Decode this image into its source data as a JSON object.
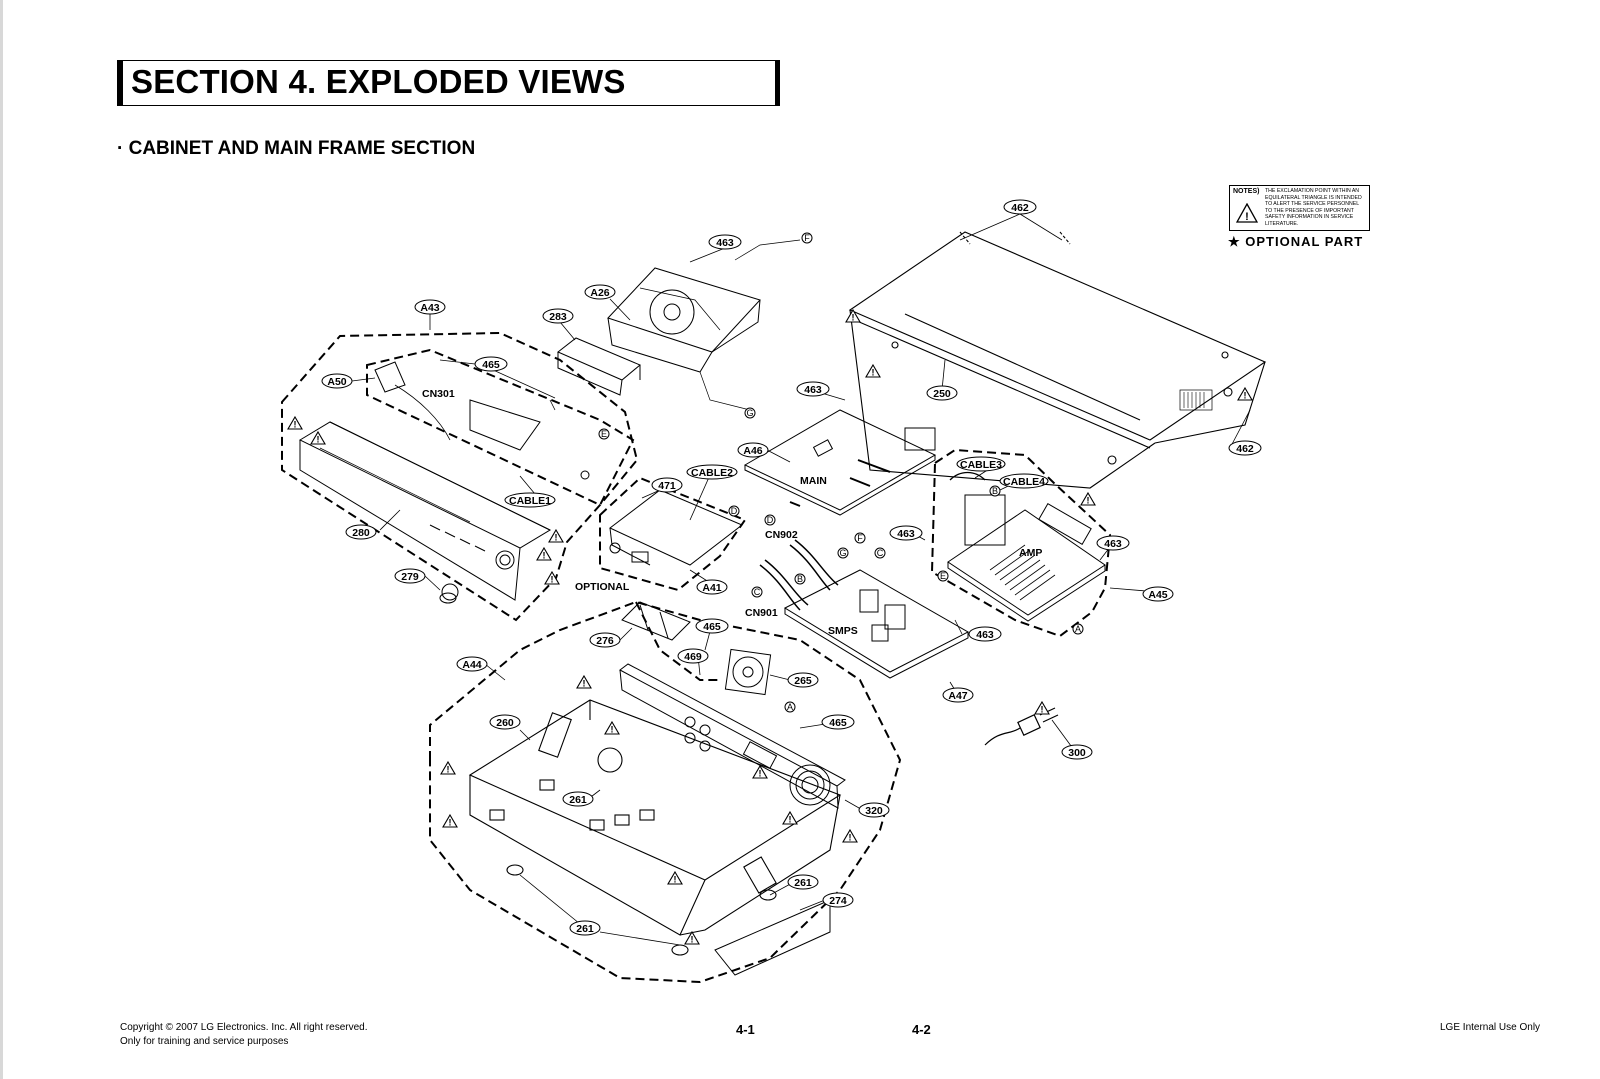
{
  "section_title": "SECTION 4. EXPLODED VIEWS",
  "subtitle": "· CABINET AND MAIN FRAME SECTION",
  "notes": {
    "label": "NOTES)",
    "text": "THE EXCLAMATION POINT WITHIN AN EQUILATERAL TRIANGLE IS INTENDED TO ALERT THE SERVICE PERSONNEL TO THE PRESENCE OF IMPORTANT SAFETY INFORMATION IN SERVICE LITERATURE."
  },
  "optional_part": "★ OPTIONAL PART",
  "footer": {
    "copyright": "Copyright © 2007 LG Electronics. Inc. All right reserved.",
    "training": "Only for training and service purposes",
    "page_left": "4-1",
    "page_right": "4-2",
    "internal": "LGE Internal Use Only"
  },
  "callouts": [
    "462",
    "463",
    "A26",
    "283",
    "A43",
    "465",
    "A50",
    "250",
    "463",
    "462",
    "A46",
    "471",
    "CABLE2",
    "CABLE1",
    "280",
    "463",
    "CABLE3",
    "CABLE4",
    "463",
    "A41",
    "279",
    "A45",
    "465",
    "276",
    "463",
    "A44",
    "469",
    "265",
    "A47",
    "260",
    "465",
    "300",
    "261",
    "320",
    "261",
    "274",
    "261"
  ],
  "part_labels": [
    "CN301",
    "MAIN",
    "CN902",
    "OPTIONAL",
    "CN901",
    "SMPS",
    "AMP"
  ],
  "connector_refs": [
    "F",
    "G",
    "E",
    "D",
    "C",
    "B",
    "A",
    "D",
    "F",
    "C",
    "B",
    "E",
    "A",
    "C",
    "B",
    "A",
    "G"
  ],
  "colors": {
    "ink": "#000000",
    "paper": "#ffffff",
    "page_edge": "#d8d8d8"
  }
}
